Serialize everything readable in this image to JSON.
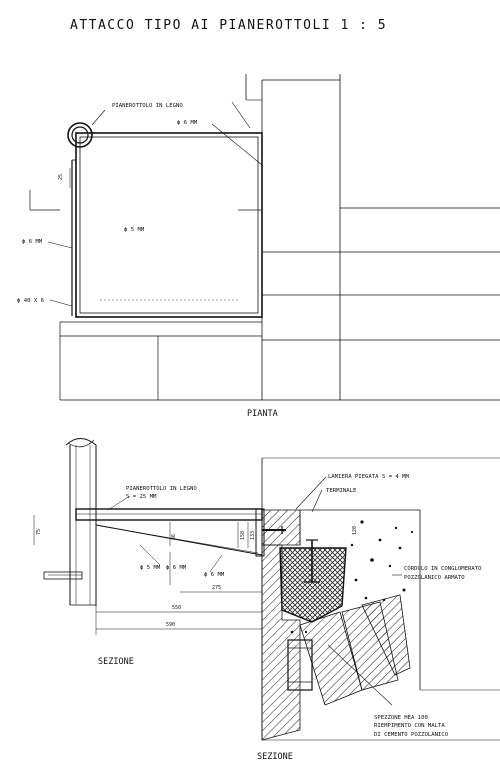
{
  "title": "ATTACCO TIPO AI PIANEROTTOLI   1 : 5",
  "plan": {
    "caption": "PIANTA",
    "label_landing": "PIANEROTTOLO IN LEGNO",
    "label_d6_top": "ϕ 6 MM",
    "label_d5": "ϕ 5 MM",
    "label_d6_left": "ϕ 6 MM",
    "label_flat": "ϕ 40 X 6",
    "dim_25": "25"
  },
  "section": {
    "caption_inner": "SEZIONE",
    "caption_bottom": "SEZIONE",
    "label_landing": "PIANEROTTOLO IN LEGNO",
    "label_thickness": "S = 25 MM",
    "label_sheet": "LAMIERA PIEGATA S = 4 MM",
    "label_terminal": "TERMINALE",
    "label_curb_1": "CORDOLO IN CONGLOMERATO",
    "label_curb_2": "POZZOLANICO ARMATO",
    "label_hea_1": "SPEZZONE HEA 100",
    "label_hea_2": "RIEMPIMENTO CON MALTA",
    "label_hea_3": "DI CEMENTO POZZOLANICO",
    "label_d5": "ϕ 5 MM",
    "label_d6a": "ϕ 6 MM",
    "label_d6b": "ϕ 6 MM",
    "dim_75": "75",
    "dim_36": "36",
    "dim_158": "158",
    "dim_133": "133",
    "dim_120": "120",
    "dim_275": "275",
    "dim_550": "550",
    "dim_590": "590"
  }
}
